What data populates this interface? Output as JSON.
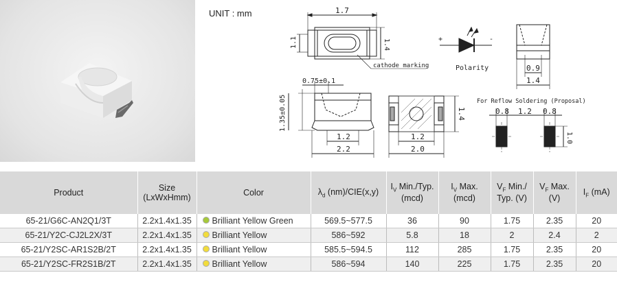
{
  "unit_label": "UNIT : mm",
  "drawing": {
    "top_width": "1.7",
    "top_height_inner": "1.1",
    "top_height_outer": "1.4",
    "cathode_marking": "cathode marking",
    "polarity_label": "Polarity",
    "polarity_plus": "+",
    "polarity_minus": "-",
    "side_width_inner": "0.9",
    "side_width_outer": "1.4",
    "front_top": "0.75±0.1",
    "front_height": "1.35±0.05",
    "front_pad": "1.2",
    "front_width": "2.2",
    "bottom_height": "1.4",
    "bottom_pad": "1.2",
    "bottom_width": "2.0",
    "solder_title": "For Reflow Soldering (Proposal)",
    "solder_left": "0.8",
    "solder_gap": "1.2",
    "solder_right": "0.8",
    "solder_height": "1.0"
  },
  "table": {
    "headers": {
      "product": "Product",
      "size_l1": "Size",
      "size_l2": "(LxWxHmm)",
      "color": "Color",
      "lambda_pre": "λ",
      "lambda_sub": "d",
      "lambda_post": " (nm)/CIE(x,y)",
      "iv_min_l1_pre": "I",
      "iv_min_l1_sub": "V",
      "iv_min_l1_post": " Min./Typ.",
      "iv_min_l2": "(mcd)",
      "iv_max_l1_pre": "I",
      "iv_max_l1_sub": "V",
      "iv_max_l1_post": " Max.",
      "iv_max_l2": "(mcd)",
      "vf_min_l1_pre": "V",
      "vf_min_l1_sub": "F",
      "vf_min_l1_post": " Min./",
      "vf_min_l2": "Typ. (V)",
      "vf_max_l1_pre": "V",
      "vf_max_l1_sub": "F",
      "vf_max_l1_post": " Max.",
      "vf_max_l2": "(V)",
      "if_pre": "I",
      "if_sub": "F",
      "if_post": " (mA)"
    },
    "rows": [
      {
        "product": "65-21/G6C-AN2Q1/3T",
        "size": "2.2x1.4x1.35",
        "color": "Brilliant Yellow Green",
        "dot": "#a6c93a",
        "lambda": "569.5~577.5",
        "iv_min": "36",
        "iv_max": "90",
        "vf_min": "1.75",
        "vf_max": "2.35",
        "if": "20"
      },
      {
        "product": "65-21/Y2C-CJ2L2X/3T",
        "size": "2.2x1.4x1.35",
        "color": "Brilliant Yellow",
        "dot": "#f2dc3c",
        "lambda": "586~592",
        "iv_min": "5.8",
        "iv_max": "18",
        "vf_min": "2",
        "vf_max": "2.4",
        "if": "2"
      },
      {
        "product": "65-21/Y2SC-AR1S2B/2T",
        "size": "2.2x1.4x1.35",
        "color": "Brilliant Yellow",
        "dot": "#f2dc3c",
        "lambda": "585.5~594.5",
        "iv_min": "112",
        "iv_max": "285",
        "vf_min": "1.75",
        "vf_max": "2.35",
        "if": "20"
      },
      {
        "product": "65-21/Y2SC-FR2S1B/2T",
        "size": "2.2x1.4x1.35",
        "color": "Brilliant Yellow",
        "dot": "#f2dc3c",
        "lambda": "586~594",
        "iv_min": "140",
        "iv_max": "225",
        "vf_min": "1.75",
        "vf_max": "2.35",
        "if": "20"
      }
    ]
  }
}
